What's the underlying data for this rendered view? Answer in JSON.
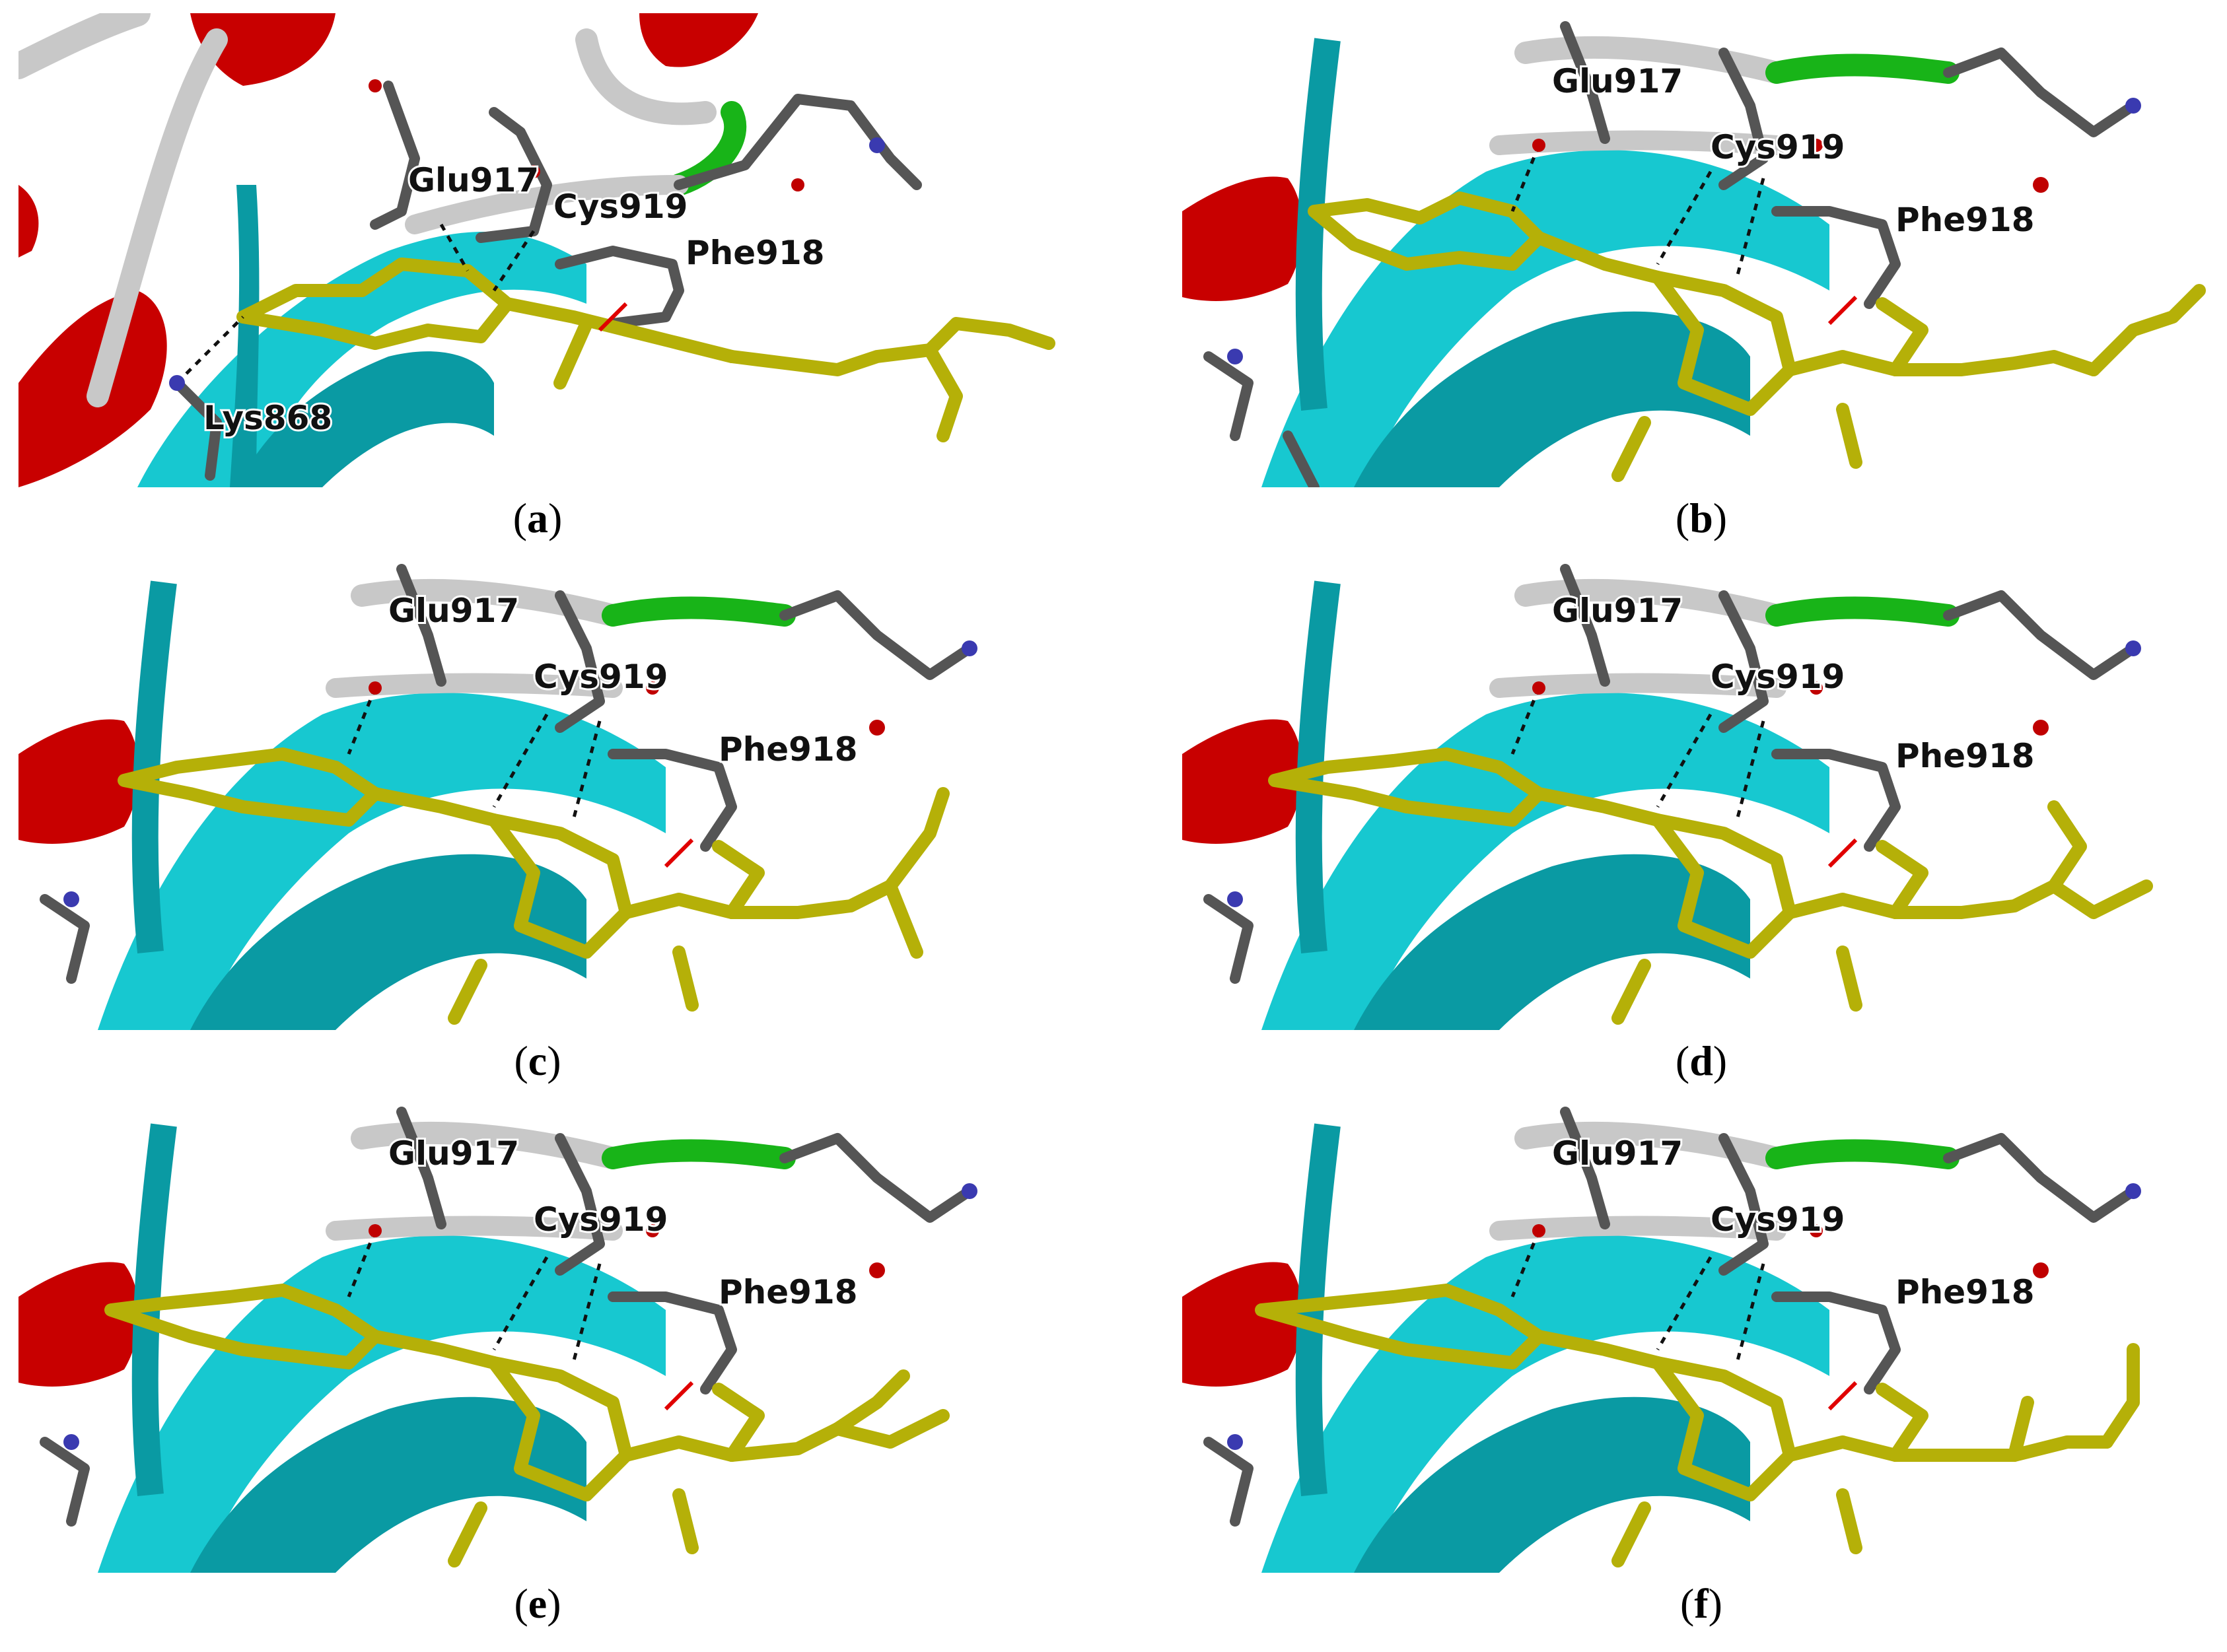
{
  "panels": [
    {
      "caption": "a",
      "labels": {
        "res1": "Glu917",
        "res2": "Cys919",
        "res3": "Phe918",
        "res4": "Lys868"
      }
    },
    {
      "caption": "b",
      "labels": {
        "res1": "Glu917",
        "res2": "Cys919",
        "res3": "Phe918"
      }
    },
    {
      "caption": "c",
      "labels": {
        "res1": "Glu917",
        "res2": "Cys919",
        "res3": "Phe918"
      }
    },
    {
      "caption": "d",
      "labels": {
        "res1": "Glu917",
        "res2": "Cys919",
        "res3": "Phe918"
      }
    },
    {
      "caption": "e",
      "labels": {
        "res1": "Glu917",
        "res2": "Cys919",
        "res3": "Phe918"
      }
    },
    {
      "caption": "f",
      "labels": {
        "res1": "Glu917",
        "res2": "Cys919",
        "res3": "Phe918"
      }
    }
  ],
  "colors": {
    "beta_sheet": "#17c8d0",
    "beta_sheet_dark": "#0a9aa3",
    "helix": "#c80000",
    "coil": "#c8c8c8",
    "coil_green": "#18b418",
    "carbon": "#555555",
    "ligand": "#b5b008",
    "ligand_dark": "#7f7c05",
    "nitrogen": "#3a3ab0",
    "oxygen": "#c00000",
    "sulfur": "#c89600"
  },
  "icons": {
    "hbond": "dashed-line",
    "pi_interaction": "red-arrow"
  }
}
